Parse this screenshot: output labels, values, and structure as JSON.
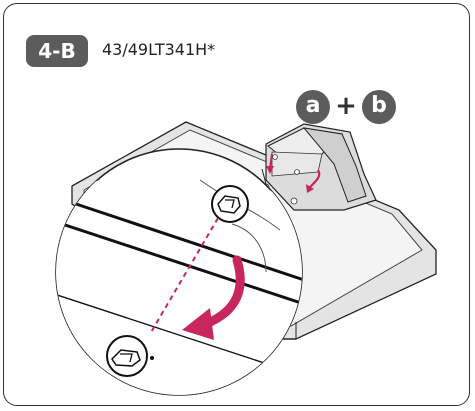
{
  "step": {
    "label": "4-B",
    "model": "43/49LT341H*"
  },
  "parts": {
    "part_a": "a",
    "connector": "+",
    "part_b": "b"
  },
  "icons": [
    "tv-panel",
    "stand-base",
    "magnifier-circle",
    "arrow-down-curved",
    "screw-slot",
    "dashed-guide-line"
  ],
  "colors": {
    "badge": "#5c5c5c",
    "arrow": "#c8275e",
    "panel_fill": "#e6e6e6",
    "outline": "#222222"
  }
}
